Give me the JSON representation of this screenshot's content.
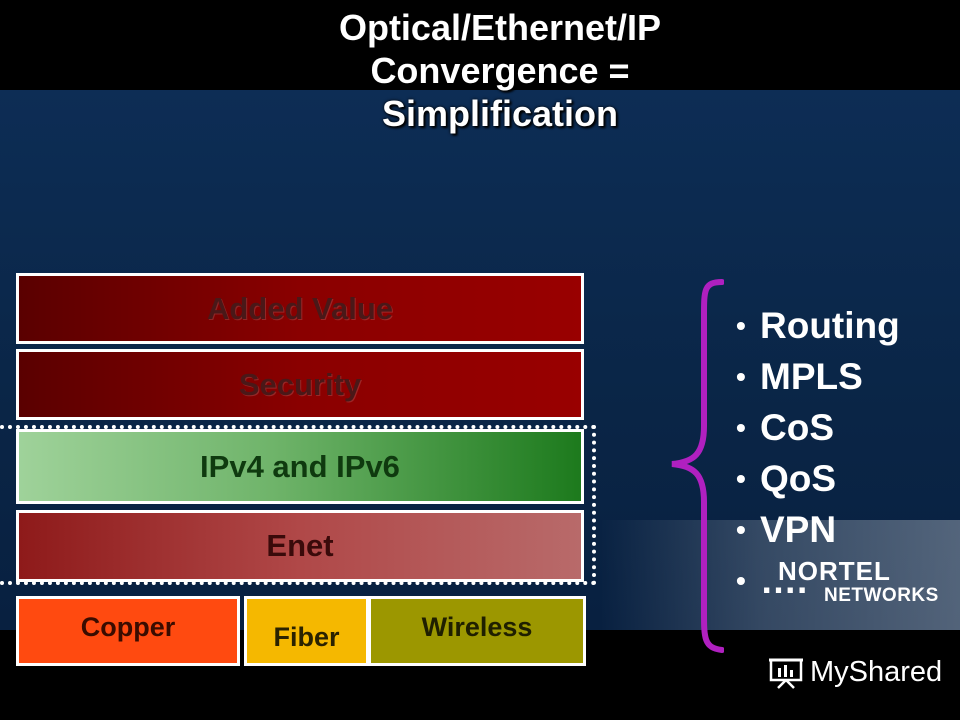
{
  "slide": {
    "title_lines": [
      "Optical/Ethernet/IP",
      "Convergence =",
      "Simplification"
    ]
  },
  "stack": {
    "added_value": "Added Value",
    "security": "Security",
    "ip": "IPv4 and IPv6",
    "enet": "Enet",
    "copper": "Copper",
    "fiber": "Fiber",
    "wireless": "Wireless"
  },
  "bullets": [
    "Routing",
    "MPLS",
    "CoS",
    "QoS",
    "VPN",
    "…."
  ],
  "logo": {
    "line1": "NORTEL",
    "line2": "NETWORKS"
  },
  "watermark": {
    "text": "MyShared"
  },
  "colors": {
    "background": "#000000",
    "band": "#0a2546",
    "red_layer": "#8a0000",
    "green_layer": "#1d7a1d",
    "enet_layer": "#b04848",
    "copper": "#ff4a10",
    "fiber": "#f5b800",
    "wireless": "#9c9700",
    "brace": "#b020c0"
  }
}
